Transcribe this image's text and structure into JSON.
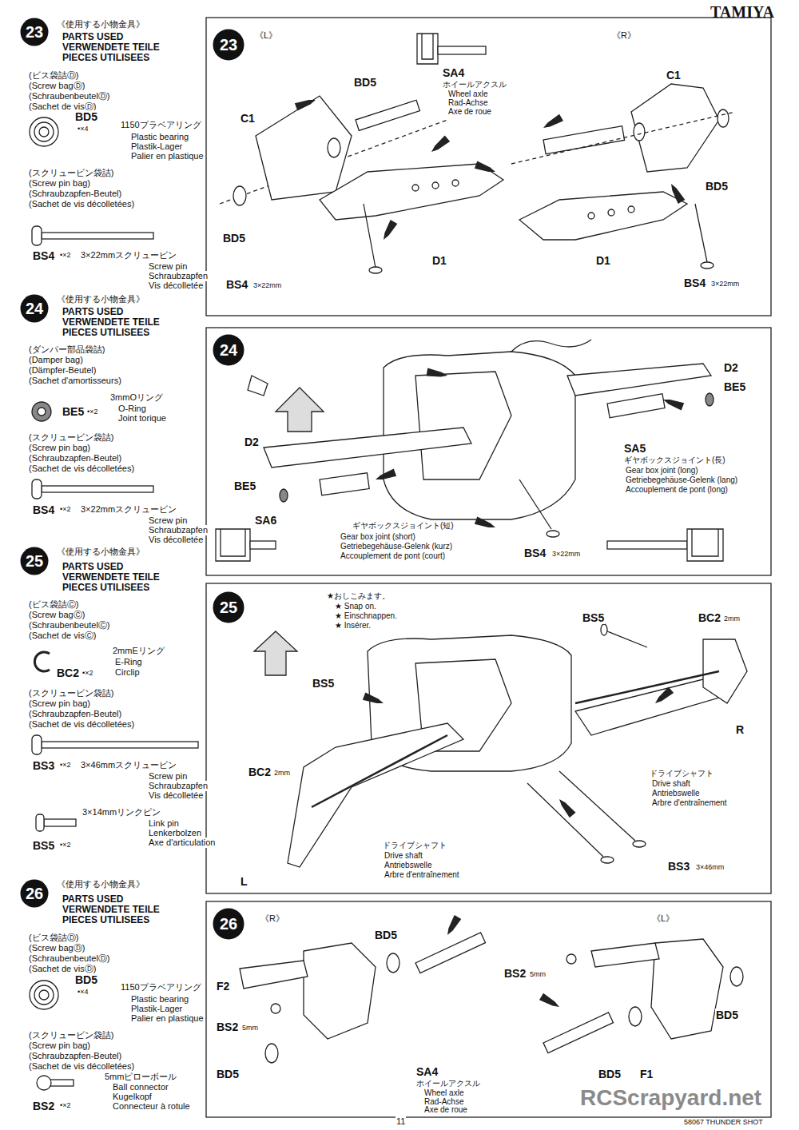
{
  "diagram": {
    "nodes": [
      {
        "text": [
          "23"
        ]
      },
      {
        "text": [
          "23"
        ]
      },
      {
        "text": [
          "24"
        ]
      },
      {
        "text": [
          "24"
        ]
      },
      {
        "text": [
          "25"
        ]
      },
      {
        "text": [
          "25"
        ]
      },
      {
        "text": [
          "26"
        ]
      },
      {
        "text": [
          "26"
        ]
      }
    ],
    "labels": [
      "TAMIYA",
      "《使用する小物金具》",
      "PARTS USED",
      "VERWENDETE TEILE",
      "PIECES UTILISEES",
      "(ビス袋詰Ⓓ)",
      "(Screw bagⒹ)",
      "(SchraubenbeutelⒹ)",
      "(Sachet de visⒹ)",
      "BD5",
      "•×4",
      "1150プラベアリング",
      "Plastic bearing",
      "Plastik-Lager",
      "Palier en plastique",
      "(スクリュービン袋詰)",
      "(Screw pin bag)",
      "(Schraubzapfen-Beutel)",
      "(Sachet de vis décolletées)",
      "BS4",
      "•×2",
      "3×22mmスクリュービン",
      "Screw pin",
      "Schraubzapfen",
      "Vis décolletée",
      "《使用する小物金具》",
      "PARTS USED",
      "VERWENDETE TEILE",
      "PIECES UTILISEES",
      "(ダンパー部品袋詰)",
      "(Damper bag)",
      "(Dämpfer-Beutel)",
      "(Sachet d'amortisseurs)",
      "BE5",
      "•×2",
      "3mmOリング",
      "O-Ring",
      "Joint torique",
      "(スクリュービン袋詰)",
      "(Screw pin bag)",
      "(Schraubzapfen-Beutel)",
      "(Sachet de vis décolletées)",
      "BS4",
      "•×2",
      "3×22mmスクリュービン",
      "Screw pin",
      "Schraubzapfen",
      "Vis décolletée",
      "《使用する小物金具》",
      "PARTS USED",
      "VERWENDETE TEILE",
      "PIECES UTILISEES",
      "(ビス袋詰Ⓒ)",
      "(Screw bagⒸ)",
      "(SchraubenbeutelⒸ)",
      "(Sachet de visⒸ)",
      "BC2",
      "•×2",
      "2mmEリング",
      "E-Ring",
      "Circlip",
      "(スクリュービン袋詰)",
      "(Screw pin bag)",
      "(Schraubzapfen-Beutel)",
      "(Sachet de vis décolletées)",
      "BS3",
      "•×2",
      "3×46mmスクリュービン",
      "Screw pin",
      "Schraubzapfen",
      "Vis décolletée",
      "3×14mmリンクピン",
      "Link pin",
      "Lenkerbolzen",
      "Axe d'articulation",
      "BS5",
      "•×2",
      "《使用する小物金具》",
      "PARTS USED",
      "VERWENDETE TEILE",
      "PIECES UTILISEES",
      "(ビス袋詰Ⓓ)",
      "(Screw bagⒹ)",
      "(SchraubenbeutelⒹ)",
      "(Sachet de visⒹ)",
      "BD5",
      "•×4",
      "1150プラベアリング",
      "Plastic bearing",
      "Plastik-Lager",
      "Palier en plastique",
      "(スクリュービン袋詰)",
      "(Screw pin bag)",
      "(Schraubzapfen-Beutel)",
      "(Sachet de vis décolletées)",
      "5mmピローボール",
      "Ball connector",
      "Kugelkopf",
      "Connecteur à rotule",
      "BS2",
      "•×2",
      "《L》",
      "《R》",
      "SA4",
      "ホイールアクスル",
      "Wheel axle",
      "Rad-Achse",
      "Axe de roue",
      "C1",
      "BD5",
      "C1",
      "BD5",
      "BD5",
      "BS4",
      "3×22mm",
      "D1",
      "D1",
      "BS4",
      "3×22mm",
      "D2",
      "BE5",
      "SA5",
      "ギヤボックスジョイント(長)",
      "Gear box joint (long)",
      "Getriebegehäuse-Gelenk (lang)",
      "Accouplement de pont (long)",
      "D2",
      "BE5",
      "SA6",
      "ギヤボックスジョイント(短)",
      "Gear box joint (short)",
      "Getriebegehäuse-Gelenk (kurz)",
      "Accouplement de pont (court)",
      "BS4",
      "3×22mm",
      "★おしこみます。",
      "★ Snap on.",
      "★ Einschnappen.",
      "★ Insérer.",
      "BS5",
      "BC2",
      "2mm",
      "BS5",
      "R",
      "ドライブシャフト",
      "Drive shaft",
      "Antriebswelle",
      "Arbre d'entraînement",
      "BC2",
      "2mm",
      "ドライブシャフト",
      "Drive shaft",
      "Antriebswelle",
      "Arbre d'entraînement",
      "L",
      "BS3",
      "3×46mm",
      "《R》",
      "《L》",
      "BD5",
      "F2",
      "BS2",
      "5mm",
      "BD5",
      "SA4",
      "ホイールアクスル",
      "Wheel axle",
      "Rad-Achse",
      "Axe de roue",
      "BS2",
      "5mm",
      "BD5",
      "BD5",
      "F1",
      "11",
      "58067 THUNDER SHOT",
      "RCScrapyard.net"
    ]
  }
}
